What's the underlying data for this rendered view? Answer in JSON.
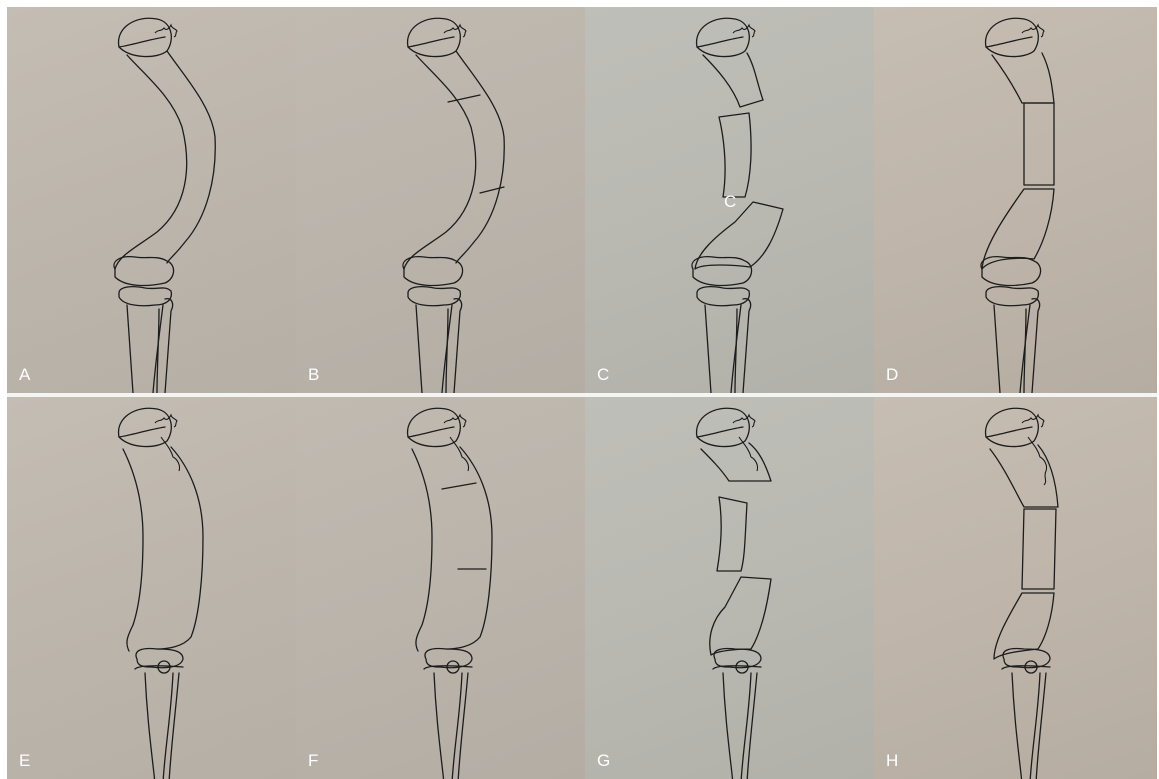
{
  "panels": [
    {
      "label": "A"
    },
    {
      "label": "B"
    },
    {
      "label": "C",
      "segment_label": "C"
    },
    {
      "label": "D"
    },
    {
      "label": "E"
    },
    {
      "label": "F"
    },
    {
      "label": "G"
    },
    {
      "label": "H"
    }
  ]
}
